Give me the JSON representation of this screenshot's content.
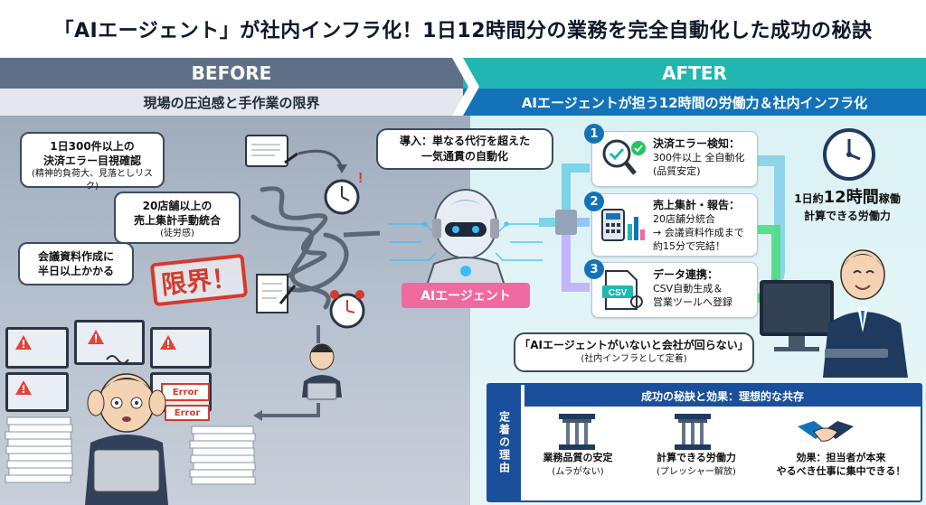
{
  "title": "「AIエージェント」が社内インフラ化！1日12時間分の業務を完全自動化した成功の秘訣",
  "before": {
    "heading": "BEFORE",
    "subheading": "現場の圧迫感と手作業の限界",
    "bubble1": {
      "line1": "1日300件以上の",
      "line2": "決済エラー目視確認",
      "note": "(精神的負荷大、見落としリスク)"
    },
    "bubble2": {
      "line1": "20店舗以上の",
      "line2": "売上集計手動統合",
      "note": "(徒労感)"
    },
    "bubble3": {
      "line1": "会議資料作成に",
      "line2": "半日以上かかる"
    },
    "stamp": "限界！",
    "error1": "Error",
    "error2": "Error"
  },
  "after": {
    "heading": "AFTER",
    "subheading": "AIエージェントが担う12時間の労働力＆社内インフラ化",
    "intro": {
      "line1": "導入：単なる代行を超えた",
      "line2": "一気通貫の自動化"
    },
    "ai_label": "AIエージェント",
    "steps": [
      {
        "num": "1",
        "title": "決済エラー検知：",
        "line1": "300件以上 全自動化",
        "line2": "(品質安定)",
        "line3": ""
      },
      {
        "num": "2",
        "title": "売上集計・報告：",
        "line1": "20店舗分統合",
        "line2": "→ 会議資料作成まで",
        "line3": "約15分で完結！"
      },
      {
        "num": "3",
        "title": "データ連携：",
        "line1": "CSV自動生成＆",
        "line2": "営業ツールへ登録",
        "line3": ""
      }
    ],
    "csv_label": "CSV",
    "operation": {
      "prefix": "1日約",
      "hours": "12時間",
      "suffix": "稼働",
      "line2": "計算できる労働力"
    },
    "statement": {
      "quote": "「AIエージェントがいないと会社が回らない」",
      "note": "(社内インフラとして定着)"
    },
    "success": {
      "heading": "成功の秘訣と効果：理想的な共存",
      "vertical": "定着の理由",
      "items": [
        {
          "line1": "業務品質の安定",
          "line2": "(ムラがない)"
        },
        {
          "line1": "計算できる労働力",
          "line2": "(プレッシャー解放)"
        },
        {
          "line1": "効果：担当者が本来",
          "line2": "やるべき仕事に集中できる！"
        }
      ]
    }
  },
  "colors": {
    "before_header": "#5f6f88",
    "after_header": "#22b6b0",
    "after_sub": "#1473b8",
    "accent_pink": "#f06aa0",
    "alert_red": "#d63a2c",
    "navy": "#1a4f9c"
  }
}
